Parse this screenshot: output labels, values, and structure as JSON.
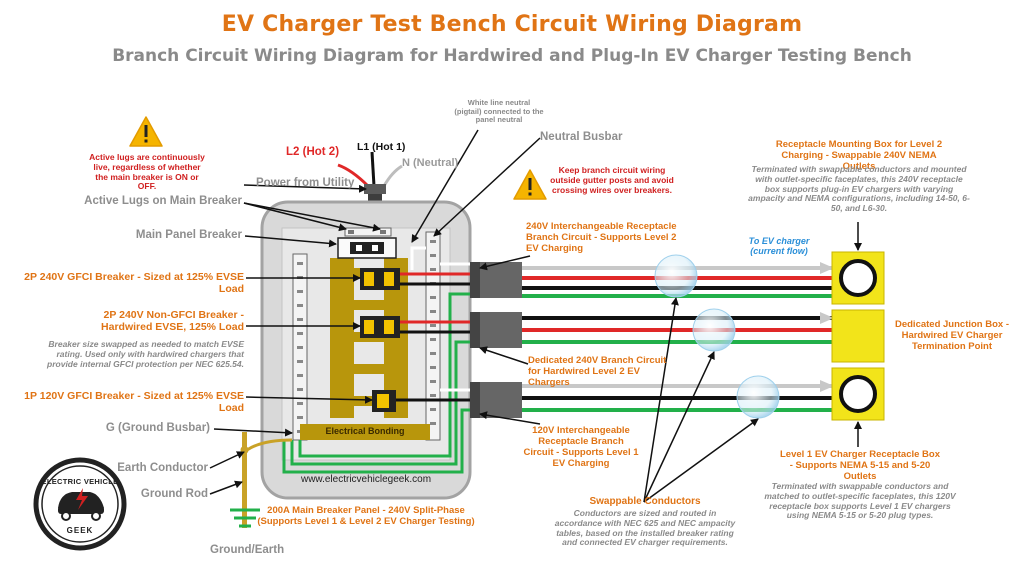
{
  "title": "EV Charger Test Bench Circuit Wiring Diagram",
  "subtitle": "Branch Circuit Wiring Diagram for Hardwired and Plug-In EV Charger Testing Bench",
  "warnings": {
    "active_lugs": "Active lugs are continuously live, regardless of whether the main breaker is ON or OFF.",
    "branch_wiring": "Keep branch circuit wiring outside gutter posts and avoid crossing wires over breakers."
  },
  "utility": {
    "l2": "L2 (Hot 2)",
    "l1": "L1 (Hot 1)",
    "n": "N (Neutral)",
    "power_from_utility": "Power from Utility",
    "pigtail_note": "White line neutral (pigtail) connected to the panel neutral",
    "neutral_busbar": "Neutral Busbar"
  },
  "left_labels": {
    "active_lugs": "Active Lugs on Main Breaker",
    "main_breaker": "Main Panel Breaker",
    "gfci_240": "2P 240V GFCI Breaker - Sized at 125% EVSE Load",
    "nongfci_240": "2P 240V Non-GFCI Breaker - Hardwired EVSE, 125% Load",
    "nongfci_note": "Breaker size swapped as needed to match EVSE rating. Used only with hardwired chargers that provide internal GFCI protection per NEC 625.54.",
    "gfci_120": "1P 120V GFCI Breaker - Sized at 125% EVSE Load",
    "ground_busbar": "G (Ground Busbar)",
    "earth_conductor": "Earth Conductor",
    "ground_rod": "Ground Rod",
    "ground_earth": "Ground/Earth"
  },
  "panel": {
    "bonding": "Electrical Bonding",
    "website": "www.electricvehiclegeek.com",
    "caption": "200A Main Breaker Panel - 240V Split-Phase (Supports Level 1 & Level 2 EV Charger Testing)"
  },
  "circuits": {
    "c240_receptacle": "240V Interchangeable Receptacle Branch Circuit - Supports Level 2 EV Charging",
    "c240_dedicated": "Dedicated 240V Branch Circuit for Hardwired Level 2 EV Chargers",
    "c120_receptacle": "120V Interchangeable Receptacle Branch Circuit - Supports Level 1 EV Charging"
  },
  "current_flow": "To EV charger (current flow)",
  "swappable": {
    "title": "Swappable Conductors",
    "note": "Conductors are sized and routed in accordance with NEC 625 and NEC ampacity tables, based on the installed breaker rating and connected EV charger requirements."
  },
  "boxes": {
    "l2_title": "Receptacle Mounting Box for Level 2 Charging - Swappable 240V NEMA Outlets",
    "l2_note": "Terminated with swappable conductors and mounted with outlet-specific faceplates, this 240V receptacle box supports plug-in EV chargers with varying ampacity and NEMA configurations, including 14-50, 6-50, and L6-30.",
    "junction": "Dedicated Junction Box - Hardwired EV Charger Termination Point",
    "l1_title": "Level 1 EV Charger Receptacle Box - Supports NEMA 5-15 and 5-20 Outlets",
    "l1_note": "Terminated with swappable conductors and matched to outlet-specific faceplates, this 120V receptacle box supports Level 1 EV chargers using NEMA 5-15 or 5-20 plug types."
  },
  "logo": {
    "top": "ELECTRIC VEHICLE",
    "bottom": "GEEK"
  },
  "colors": {
    "title": "#e07415",
    "hot": "#e02828",
    "neutral": "#c8c8c8",
    "ground": "#22b04a",
    "box": "#f2e41a",
    "busbar": "#b8960c"
  }
}
